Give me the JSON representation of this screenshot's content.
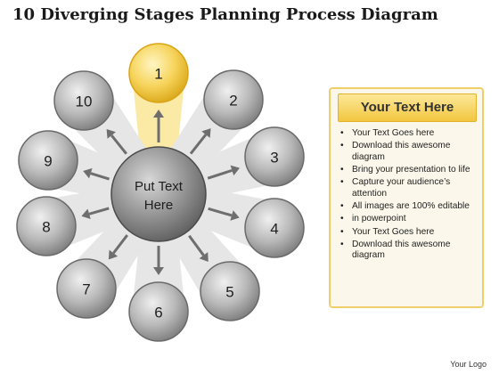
{
  "title": "10 Diverging Stages Planning Process Diagram",
  "center": {
    "line1": "Put Text",
    "line2": "Here"
  },
  "stages": [
    "1",
    "2",
    "3",
    "4",
    "5",
    "6",
    "7",
    "8",
    "9",
    "10"
  ],
  "panel": {
    "header": "Your Text Here",
    "items": [
      "Your Text Goes here",
      "Download this awesome diagram",
      "Bring your presentation to life",
      "Capture your audience’s attention",
      "All images are 100% editable",
      "in powerpoint",
      "Your Text Goes here",
      "Download this awesome diagram"
    ]
  },
  "logo": "Your Logo",
  "colors": {
    "highlight": "#f2c12e",
    "gray": "#9a9a9a",
    "panel_border": "#f0cf6a"
  }
}
